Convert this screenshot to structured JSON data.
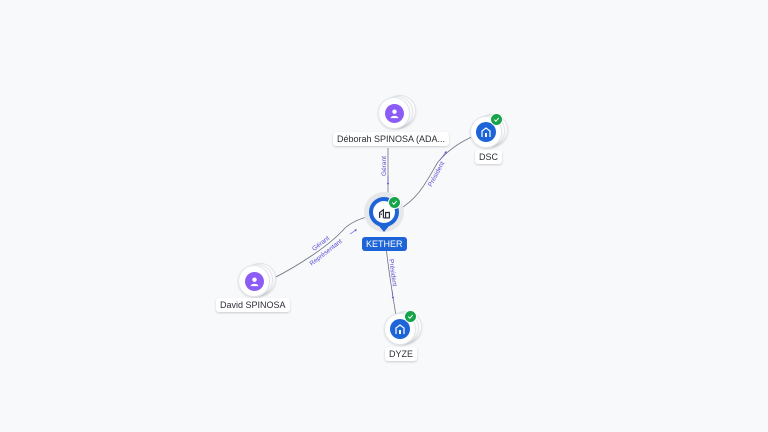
{
  "diagram": {
    "nodes": [
      {
        "id": "kether",
        "label": "KETHER",
        "kind": "company",
        "verified": true,
        "main": true
      },
      {
        "id": "deborah",
        "label": "Déborah SPINOSA (ADA...",
        "kind": "person",
        "verified": false
      },
      {
        "id": "dsc",
        "label": "DSC",
        "kind": "company",
        "verified": true
      },
      {
        "id": "david",
        "label": "David SPINOSA",
        "kind": "person",
        "verified": false
      },
      {
        "id": "dyze",
        "label": "DYZE",
        "kind": "company",
        "verified": true
      }
    ],
    "edges": [
      {
        "from": "deborah",
        "to": "kether",
        "label": "Gérant"
      },
      {
        "from": "kether",
        "to": "dsc",
        "label": "Président"
      },
      {
        "from": "david",
        "to": "kether",
        "label": "Gérant Représentant"
      },
      {
        "from": "kether",
        "to": "dyze",
        "label": "Président"
      }
    ]
  },
  "colors": {
    "primary": "#1d64d8",
    "person": "#8b5cf6",
    "verified": "#16a34a",
    "edge_label": "#5b4fd1",
    "edge_line": "#6b7280"
  },
  "icons": {
    "person": "user-icon",
    "company": "company-building-icon",
    "verified": "check-badge-icon"
  }
}
